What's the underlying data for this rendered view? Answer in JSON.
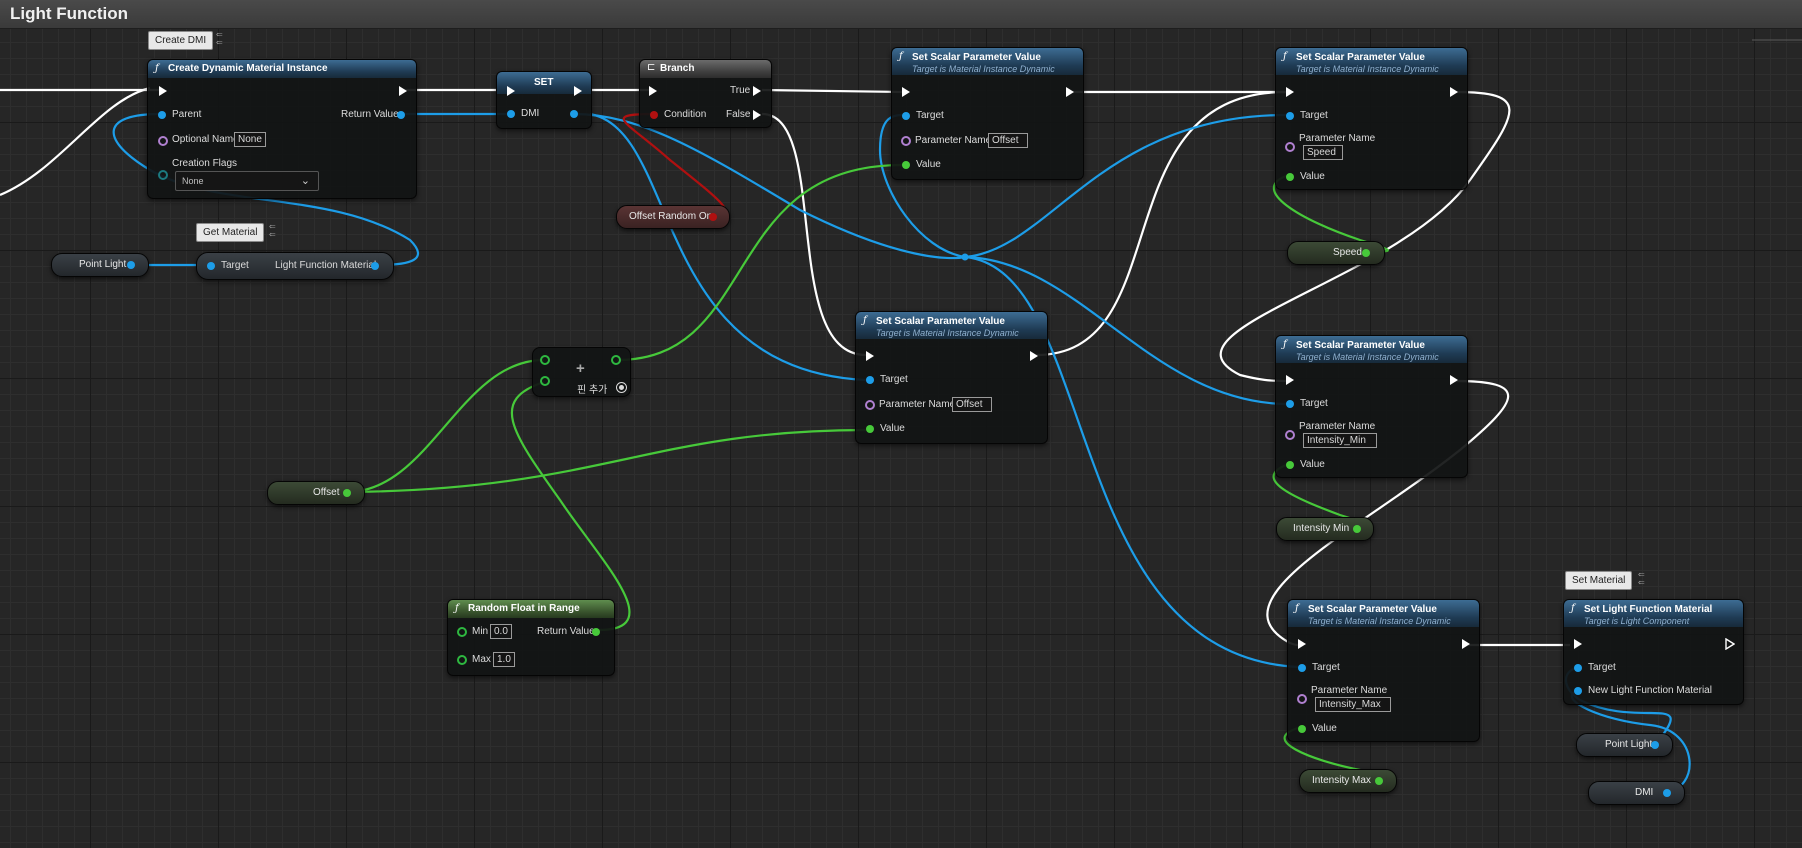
{
  "graph_title": "Light Function",
  "comments": {
    "create_dmi": "Create DMI",
    "get_material": "Get Material",
    "set_material": "Set Material"
  },
  "create_dmi_node": {
    "title": "Create Dynamic Material Instance",
    "parent": "Parent",
    "return_value": "Return Value",
    "optional_name": "Optional Name",
    "optional_name_value": "None",
    "creation_flags": "Creation Flags",
    "creation_flags_value": "None"
  },
  "set_node": {
    "title": "SET",
    "pin": "DMI"
  },
  "branch_node": {
    "title": "Branch",
    "true": "True",
    "false": "False",
    "condition": "Condition"
  },
  "get_material_node": {
    "target": "Target",
    "output": "Light Function Material"
  },
  "variables": {
    "point_light_1": "Point Light",
    "offset_random_on": "Offset Random On",
    "offset": "Offset",
    "speed": "Speed",
    "intensity_min": "Intensity Min",
    "intensity_max": "Intensity Max",
    "point_light_2": "Point Light",
    "dmi": "DMI"
  },
  "add_node": {
    "add_pin": "핀 추가"
  },
  "random_node": {
    "title": "Random Float in Range",
    "min": "Min",
    "min_value": "0.0",
    "max": "Max",
    "max_value": "1.0",
    "return_value": "Return Value"
  },
  "scalar_nodes": {
    "title": "Set Scalar Parameter Value",
    "subtitle": "Target is Material Instance Dynamic",
    "target": "Target",
    "param_name": "Parameter Name",
    "value": "Value",
    "n1_param": "Offset",
    "n2_param": "Speed",
    "n3_param": "Offset",
    "n4_param": "Intensity_Min",
    "n5_param": "Intensity_Max"
  },
  "set_light_function_node": {
    "title": "Set Light Function Material",
    "subtitle": "Target is Light Component",
    "target": "Target",
    "new_material": "New Light Function Material"
  },
  "colors": {
    "exec": "#ffffff",
    "object": "#1d9de8",
    "float": "#47c93a",
    "bool": "#b01010",
    "name": "#b080d0"
  }
}
